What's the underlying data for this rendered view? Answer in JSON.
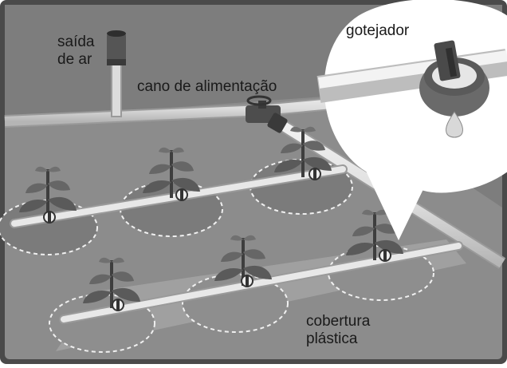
{
  "labels": {
    "air_outlet_line1": "saída",
    "air_outlet_line2": "de ar",
    "feed_pipe": "cano de alimentação",
    "dripper": "gotejador",
    "plastic_cover_line1": "cobertura",
    "plastic_cover_line2": "plástica"
  },
  "colors": {
    "frame": "#4a4a4a",
    "ground": "#8c8c8c",
    "ground_dark": "#6f6f6f",
    "plastic": "#a5a5a5",
    "pipe": "#e6e6e6",
    "pipe_edge": "#9a9a9a",
    "plant_leaf": "#5a5a5a",
    "plant_stem": "#3e3e3e",
    "bubble": "#ffffff",
    "text": "#1a1a1a"
  },
  "icons": [
    "air-valve-icon",
    "main-valve-icon",
    "dripper-icon",
    "water-drop-icon",
    "plant-icon"
  ]
}
